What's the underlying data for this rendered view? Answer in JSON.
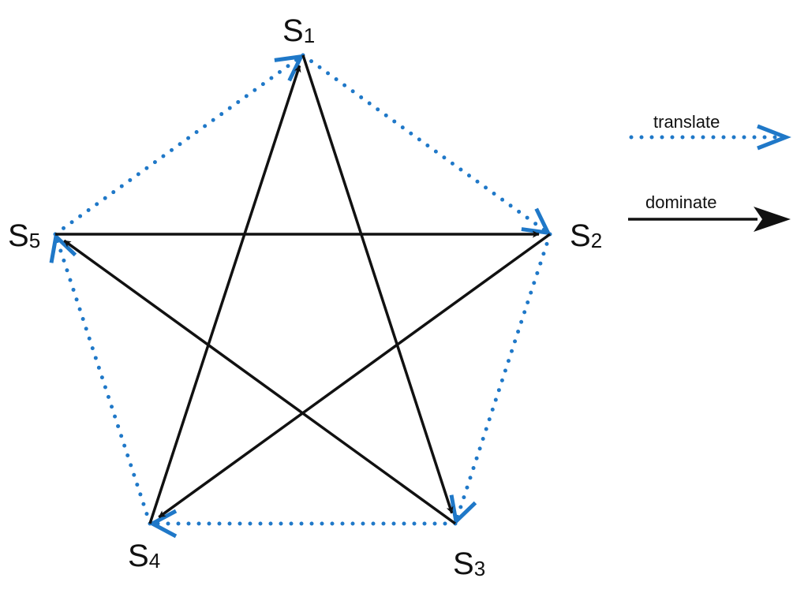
{
  "nodes": [
    {
      "id": "s1",
      "letter": "S",
      "index": "1"
    },
    {
      "id": "s2",
      "letter": "S",
      "index": "2"
    },
    {
      "id": "s3",
      "letter": "S",
      "index": "3"
    },
    {
      "id": "s4",
      "letter": "S",
      "index": "4"
    },
    {
      "id": "s5",
      "letter": "S",
      "index": "5"
    }
  ],
  "edges": {
    "translate": [
      {
        "from": "s5",
        "to": "s1"
      },
      {
        "from": "s1",
        "to": "s2"
      },
      {
        "from": "s2",
        "to": "s3"
      },
      {
        "from": "s3",
        "to": "s4"
      },
      {
        "from": "s4",
        "to": "s5"
      }
    ],
    "dominate": [
      {
        "from": "s4",
        "to": "s1"
      },
      {
        "from": "s1",
        "to": "s3"
      },
      {
        "from": "s3",
        "to": "s5"
      },
      {
        "from": "s5",
        "to": "s2"
      },
      {
        "from": "s2",
        "to": "s4"
      }
    ]
  },
  "legend": {
    "translate": "translate",
    "dominate": "dominate"
  },
  "colors": {
    "translate": "#1f78c8",
    "dominate": "#111111"
  }
}
